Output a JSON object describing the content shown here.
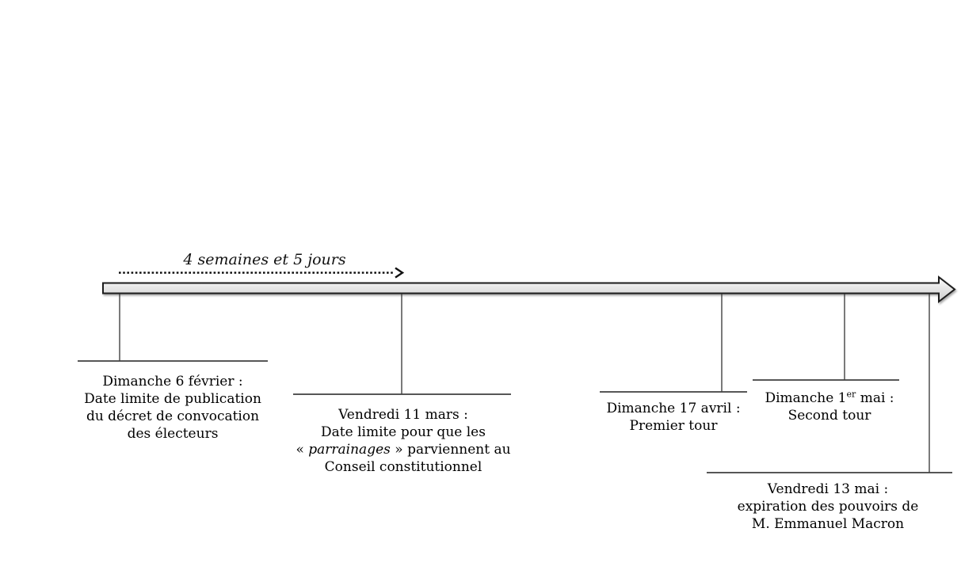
{
  "duration": {
    "label": "4 semaines et 5 jours"
  },
  "timeline": {
    "colors": {
      "bar_fill_top": "#ffffff",
      "bar_fill_bottom": "#cccccc",
      "bar_stroke": "#1a1a1a",
      "connector": "#3f3f3f",
      "text": "#000000"
    }
  },
  "events": [
    {
      "lines": [
        "Dimanche 6 février :",
        "Date limite de publication",
        "du décret de convocation",
        "des électeurs"
      ]
    },
    {
      "line1": "Vendredi 11 mars :",
      "line2": "Date limite pour que les",
      "line3_prefix": "« ",
      "line3_italic": "parrainages",
      "line3_suffix": " » parviennent au",
      "line4": "Conseil constitutionnel"
    },
    {
      "lines": [
        "Dimanche 17 avril :",
        "Premier tour"
      ]
    },
    {
      "line1_prefix": "Dimanche 1",
      "line1_sup": "er",
      "line1_suffix": " mai :",
      "line2": "Second tour"
    },
    {
      "lines": [
        "Vendredi 13 mai :",
        "expiration des pouvoirs de",
        "M. Emmanuel Macron"
      ]
    }
  ]
}
